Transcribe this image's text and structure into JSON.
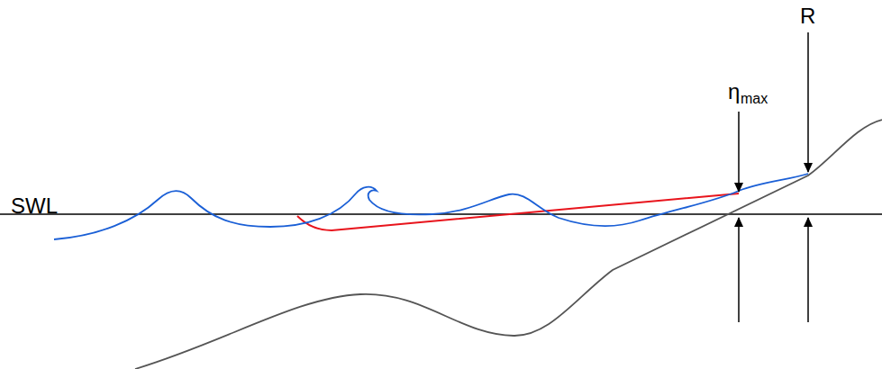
{
  "diagram": {
    "labels": [
      "SWL",
      "η",
      "max",
      "R"
    ]
  }
}
